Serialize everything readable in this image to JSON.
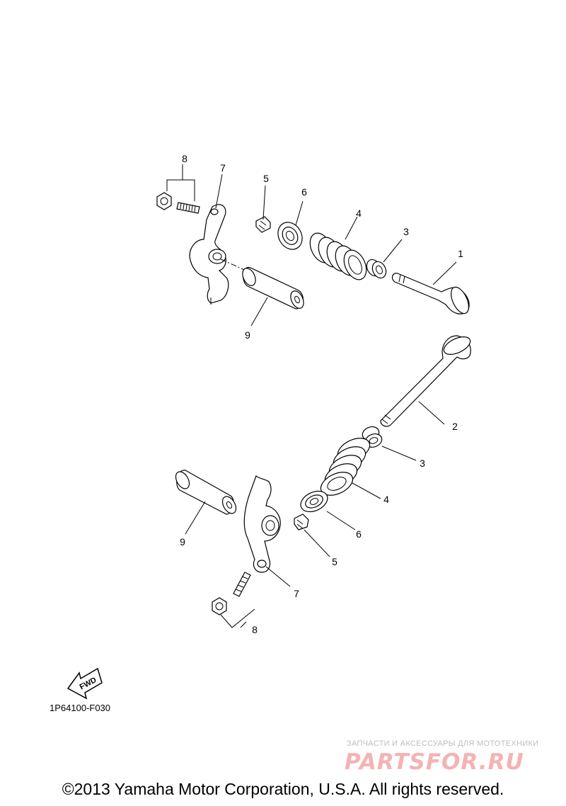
{
  "callouts": {
    "top": {
      "c1": "1",
      "c3": "3",
      "c4": "4",
      "c5": "5",
      "c6": "6",
      "c7": "7",
      "c8": "8",
      "c9": "9"
    },
    "bottom": {
      "c2": "2",
      "c3": "3",
      "c4": "4",
      "c5": "5",
      "c6": "6",
      "c7": "7",
      "c8": "8",
      "c9": "9"
    }
  },
  "fwd_label": "FWD",
  "diagram_code": "1P64100-F030",
  "watermark": {
    "tagline": "ЗАПЧАСТИ И АКСЕССУАРЫ ДЛЯ МОТОТЕХНИКИ",
    "brand": "PARTSFOR.RU"
  },
  "copyright": "©2013 Yamaha Motor Corporation, U.S.A. All rights reserved."
}
